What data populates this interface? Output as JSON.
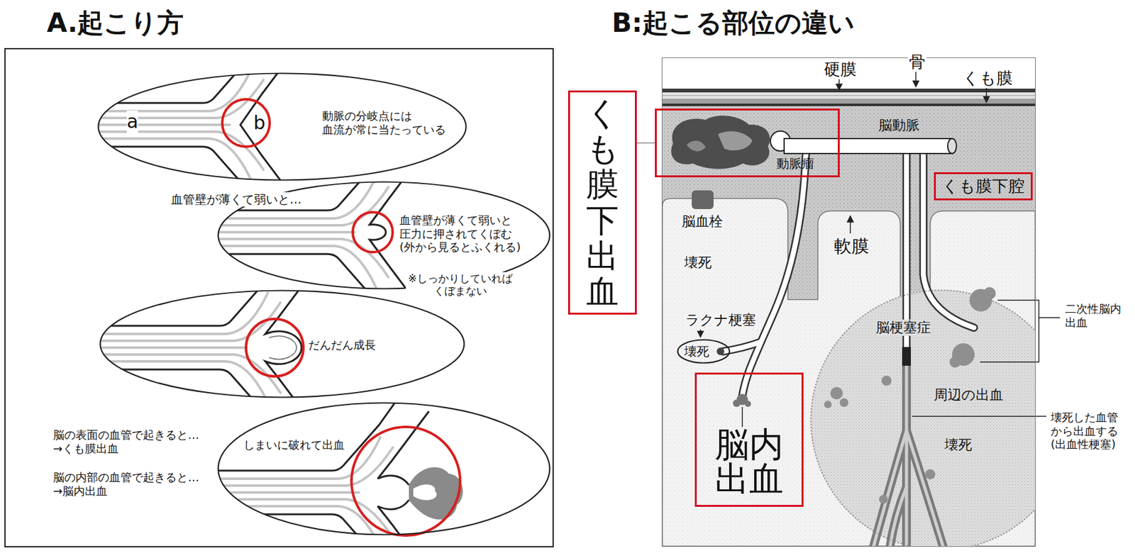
{
  "diagram": {
    "nodes": [
      {
        "text": [
          "A.起こり方"
        ]
      },
      {
        "text": [
          "a",
          "b",
          "動脈の分岐点には 血流が常に当たっている"
        ],
        "in": 0
      },
      {
        "text": [
          "血管壁が薄くて弱いと 圧力に押されてくぼむ (外から見るとふくれる)"
        ],
        "in": 0
      },
      {
        "text": [
          "だんだん成長"
        ],
        "in": 0
      },
      {
        "text": [
          "しまいに破れて出血"
        ],
        "in": 0
      },
      {
        "text": [
          "B:起こる部位の違い"
        ]
      },
      {
        "text": [
          "くも膜下出血"
        ]
      },
      {
        "text": [
          "動脈瘤"
        ],
        "in": 5
      },
      {
        "text": [
          "くも膜下腔"
        ],
        "in": 5
      },
      {
        "text": [
          "壊死"
        ],
        "in": 5
      },
      {
        "text": [
          "脳内 出血"
        ],
        "in": 5
      },
      {
        "text": [
          "脳梗塞症",
          "周辺の出血",
          "壊死"
        ],
        "in": 5
      }
    ],
    "edges": [
      {
        "from": 6,
        "to": 7,
        "arrow": "none"
      }
    ],
    "labels": [
      "血管壁が薄くて弱いと…",
      "※しっかりしていれば くぼまない",
      "脳の表面の血管で起きると… →くも膜出血",
      "脳の内部の血管で起きると… →脳内出血",
      "硬膜",
      "骨",
      "くも膜",
      "脳動脈",
      "脳血栓",
      "軟膜",
      "壊死",
      "ラクナ梗塞",
      "二次性脳内 出血",
      "壊死した血管 から出血する (出血性梗塞)"
    ]
  }
}
